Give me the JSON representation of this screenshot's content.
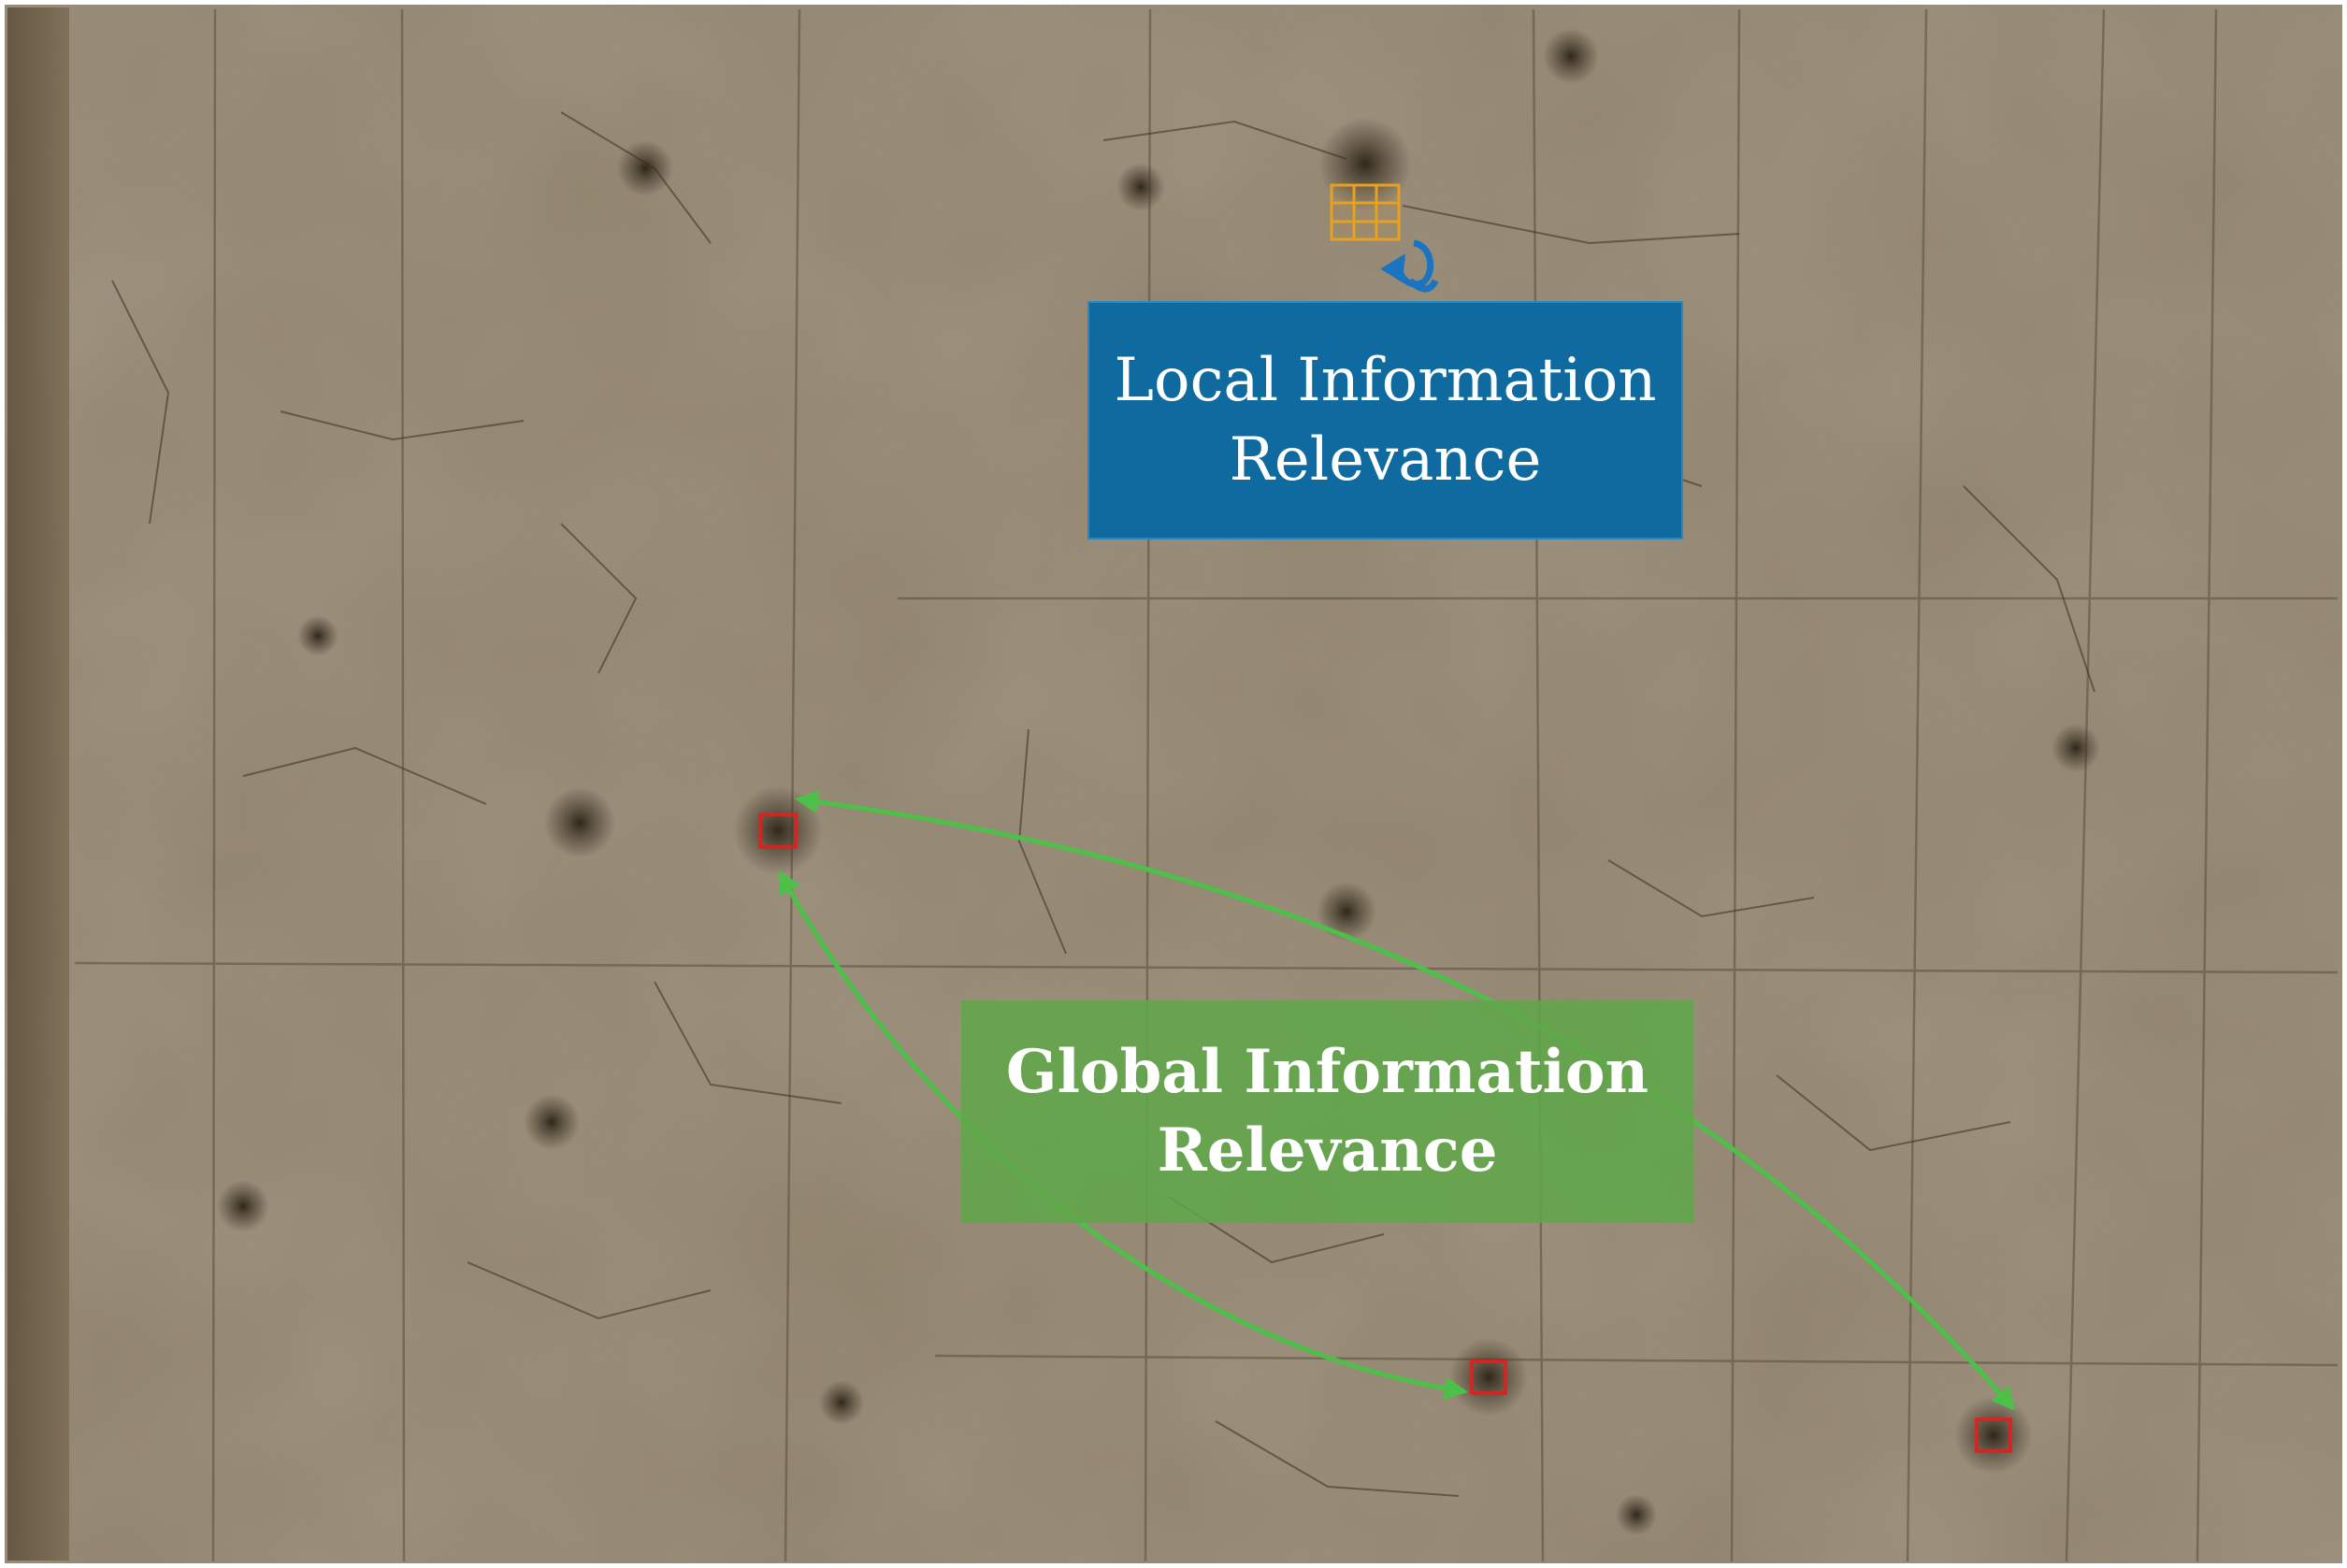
{
  "labels": {
    "local_line1": "Local Information",
    "local_line2": "Relevance",
    "global_line1": "Global Information",
    "global_line2": "Relevance"
  },
  "colors": {
    "wall": "#8e8069",
    "local_box": "#0f6aa0",
    "local_arrow": "#1a74c0",
    "global_box": "#60a848",
    "global_arrow": "#4cc048",
    "patch_box": "#e02020",
    "grid": "#e8a020"
  },
  "icons": {
    "local_grid": "grid-3x3-icon",
    "local_arrow": "curved-arrow-icon",
    "global_arrows": "double-headed-arc-arrow-icon"
  }
}
